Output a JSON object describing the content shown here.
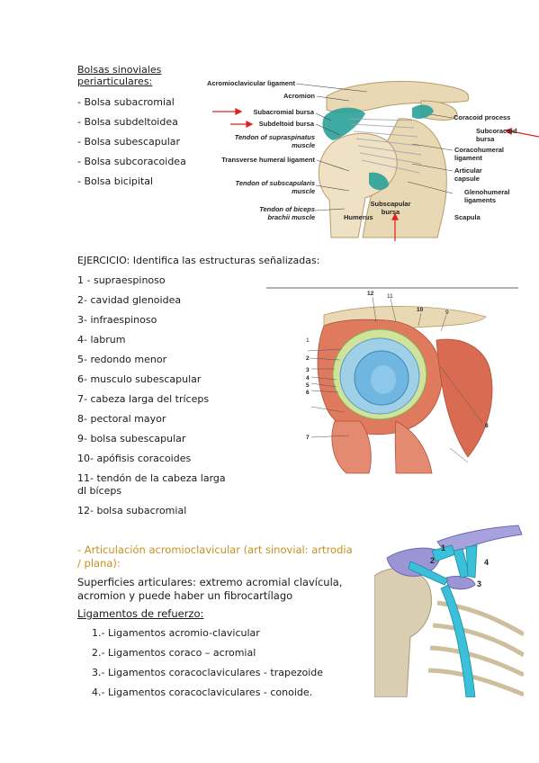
{
  "bursae": {
    "heading_line1": "Bolsas sinoviales",
    "heading_line2": "periarticulares:",
    "items": [
      "- Bolsa subacromial",
      "- Bolsa subdeltoidea",
      "- Bolsa subescapular",
      "- Bolsa subcoracoidea",
      "- Bolsa bicipital"
    ]
  },
  "fig1": {
    "labels": {
      "acromioclavicular": "Acromioclavicular ligament",
      "acromion": "Acromion",
      "subacromial": "Subacromial bursa",
      "subdeltoid": "Subdeltoid bursa",
      "supraspinatus_1": "Tendon of supraspinatus",
      "supraspinatus_2": "muscle",
      "transverse": "Transverse humeral ligament",
      "subscapularis_1": "Tendon of subscapularis",
      "subscapularis_2": "muscle",
      "biceps_1": "Tendon of biceps",
      "biceps_2": "brachii muscle",
      "humerus": "Humerus",
      "subscapular_1": "Subscapular",
      "subscapular_2": "bursa",
      "coracoid": "Coracoid process",
      "subcoracoid_1": "Subcoracoid",
      "subcoracoid_2": "bursa",
      "coracohumeral_1": "Coracohumeral",
      "coracohumeral_2": "ligament",
      "articular_1": "Articular",
      "articular_2": "capsule",
      "glenohumeral_1": "Glenohumeral",
      "glenohumeral_2": "ligaments",
      "scapula": "Scapula"
    }
  },
  "exercise": {
    "title": "EJERCICIO:  Identifica las estructuras señalizadas:",
    "items": [
      "1 - supraespinoso",
      "2- cavidad glenoidea",
      "3- infraespinoso",
      "4- labrum",
      "5- redondo menor",
      "6- musculo subescapular",
      "7- cabeza larga del tríceps",
      "8- pectoral mayor",
      "9- bolsa subescapular",
      "10- apófisis coracoides",
      "11- tendón de la cabeza larga",
      "dl bíceps",
      "12- bolsa subacromial"
    ]
  },
  "fig2": {
    "numbers": [
      "1",
      "2",
      "3",
      "4",
      "5",
      "6",
      "7",
      "8",
      "9",
      "10",
      "11",
      "12"
    ]
  },
  "ac_joint": {
    "heading_line1": "- Articulación acromioclavicular (art sinovial: artrodia",
    "heading_line2": "/ plana):",
    "surfaces_line1": "Superficies articulares: extremo acromial clavícula,",
    "surfaces_line2": "acromion y puede haber un fibrocartílago",
    "ligaments_heading": "Ligamentos de refuerzo:",
    "ligaments": [
      "1.- Ligamentos acromio-clavicular",
      "2.- Ligamentos coraco – acromial",
      "3.- Ligamentos coracoclaviculares - trapezoide",
      "4.- Ligamentos coracoclaviculares - conoide."
    ]
  },
  "fig3": {
    "numbers": [
      "1",
      "2",
      "3",
      "4"
    ]
  },
  "colors": {
    "accent": "#c8901e",
    "arrow": "#e02020",
    "bursa": "#2aa198",
    "muscle": "#e07a5f",
    "bone": "#e9d8b4",
    "ligament": "#3ac0d8"
  }
}
